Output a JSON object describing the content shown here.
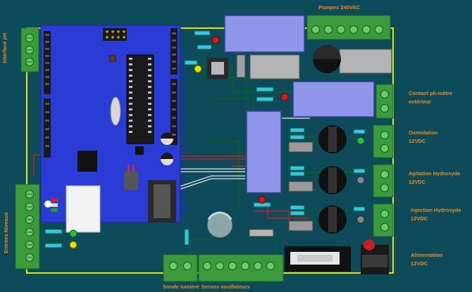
{
  "labels": {
    "interface_ph": "Interface pH",
    "entrees_niveaux": "Entrées Niveaux",
    "pompes": "Pompes 240VAC",
    "contact_ph_line1": "Contact ph-mètre",
    "contact_ph_line2": "extérieur",
    "osmolation_line1": "Osmolation",
    "osmolation_line2": "12VDC",
    "agitation_line1": "Agitation Hydroxyde",
    "agitation_line2": "12VDC",
    "injection_line1": "Injection Hydroxyde",
    "injection_line2": "12VDC",
    "alimentation_line1": "Alimentation",
    "alimentation_line2": "12VDC",
    "sonde_lumiere": "Sonde lumière",
    "servos": "Servos oscillateurs"
  },
  "colors": {
    "background": "#0d4a5a",
    "board_outline": "#e8e800",
    "arduino": "#2a3bd6",
    "terminal": "#3a9a3c",
    "label": "#f08a1c",
    "relay": "#8f95e8"
  }
}
